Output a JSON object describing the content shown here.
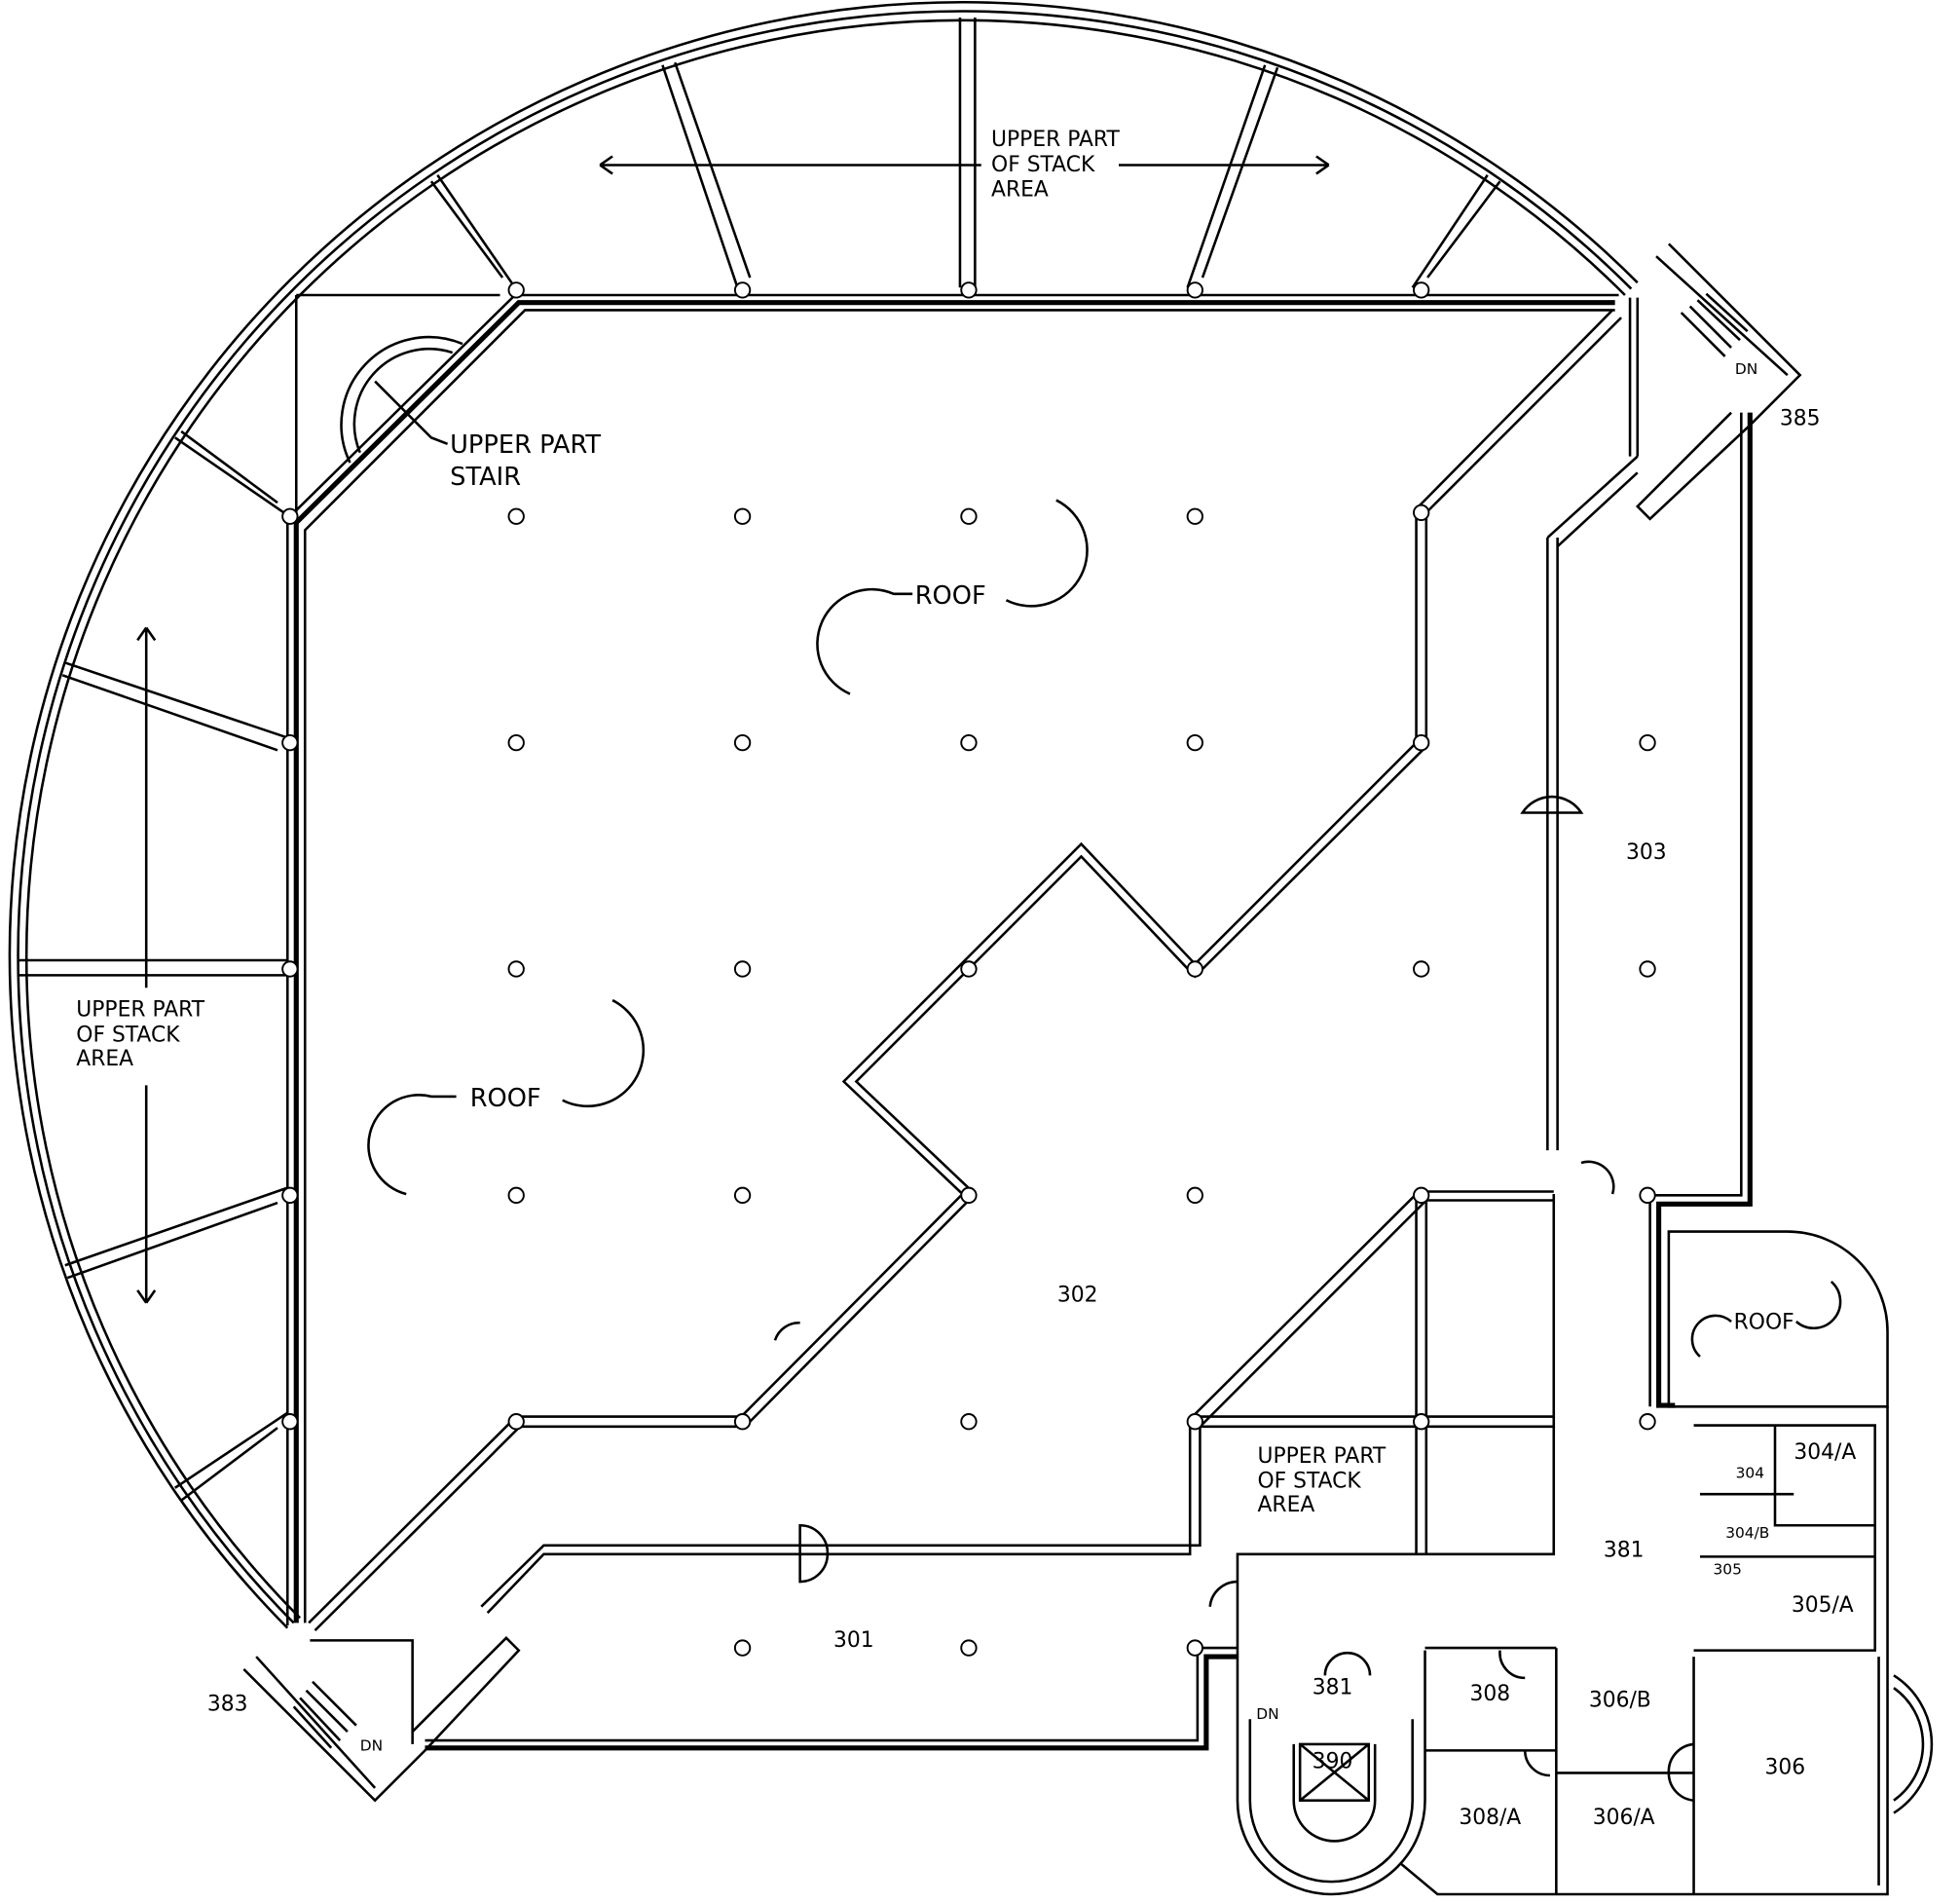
{
  "plan": {
    "rooms": {
      "r301": "301",
      "r302": "302",
      "r303": "303",
      "r304": "304",
      "r304a": "304/A",
      "r304b": "304/B",
      "r305": "305",
      "r305a": "305/A",
      "r306": "306",
      "r306a": "306/A",
      "r306b": "306/B",
      "r308": "308",
      "r308a": "308/A",
      "r381": "381",
      "r381b": "381",
      "r383": "383",
      "r385": "385",
      "r390": "390"
    },
    "notes": {
      "stack_top": [
        "UPPER PART",
        "OF STACK",
        "AREA"
      ],
      "stack_left": [
        "UPPER PART",
        "OF STACK",
        "AREA"
      ],
      "stack_mid": [
        "UPPER PART",
        "OF STACK",
        "AREA"
      ],
      "stair": [
        "UPPER PART",
        "STAIR"
      ],
      "roof": "ROOF",
      "dn": "DN"
    }
  }
}
